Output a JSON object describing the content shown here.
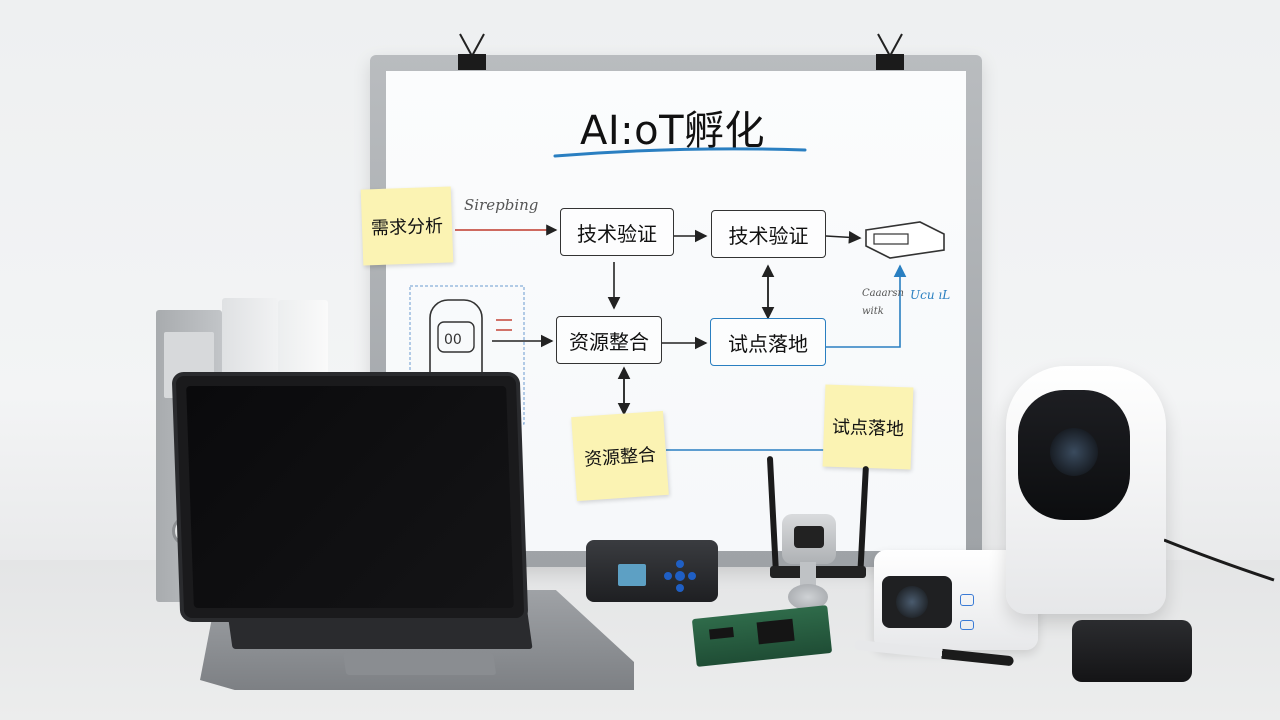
{
  "board": {
    "title": "AI:oT孵化",
    "boxes": {
      "tech1": "技术验证",
      "tech2": "技术验证",
      "resource": "资源整合",
      "pilot": "试点落地"
    },
    "stickies": {
      "demand": "需求分析",
      "resource": "资源整合",
      "pilot": "试点落地"
    },
    "scribbles": {
      "top": "Sirepbing",
      "right1": "Caaarsn",
      "right2": "witk",
      "right3": "Ucu ıL"
    }
  },
  "colors": {
    "accent_blue": "#2a7fc1",
    "sticky_yellow": "#fbf3b3",
    "marker_black": "#222222",
    "marker_red": "#c0392b"
  }
}
